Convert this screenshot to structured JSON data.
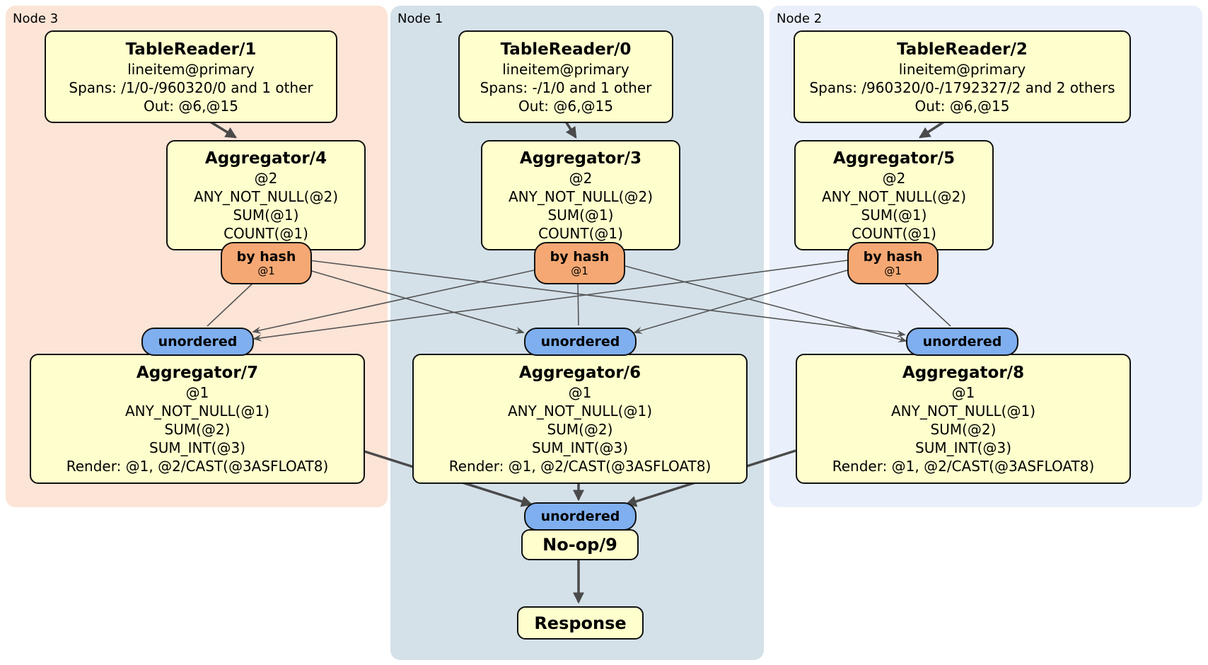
{
  "groups": [
    {
      "label": "Node 3"
    },
    {
      "label": "Node 1"
    },
    {
      "label": "Node 2"
    }
  ],
  "processors": {
    "tr1": {
      "title": "TableReader/1",
      "lines": [
        "lineitem@primary",
        "Spans: /1/0-/960320/0 and 1 other",
        "Out: @6,@15"
      ]
    },
    "tr0": {
      "title": "TableReader/0",
      "lines": [
        "lineitem@primary",
        "Spans: -/1/0 and 1 other",
        "Out: @6,@15"
      ]
    },
    "tr2": {
      "title": "TableReader/2",
      "lines": [
        "lineitem@primary",
        "Spans: /960320/0-/1792327/2 and 2 others",
        "Out: @6,@15"
      ]
    },
    "agg4": {
      "title": "Aggregator/4",
      "lines": [
        "@2",
        "ANY_NOT_NULL(@2)",
        "SUM(@1)",
        "COUNT(@1)"
      ]
    },
    "agg3": {
      "title": "Aggregator/3",
      "lines": [
        "@2",
        "ANY_NOT_NULL(@2)",
        "SUM(@1)",
        "COUNT(@1)"
      ]
    },
    "agg5": {
      "title": "Aggregator/5",
      "lines": [
        "@2",
        "ANY_NOT_NULL(@2)",
        "SUM(@1)",
        "COUNT(@1)"
      ]
    },
    "agg7": {
      "title": "Aggregator/7",
      "lines": [
        "@1",
        "ANY_NOT_NULL(@1)",
        "SUM(@2)",
        "SUM_INT(@3)",
        "Render: @1, @2/CAST(@3ASFLOAT8)"
      ]
    },
    "agg6": {
      "title": "Aggregator/6",
      "lines": [
        "@1",
        "ANY_NOT_NULL(@1)",
        "SUM(@2)",
        "SUM_INT(@3)",
        "Render: @1, @2/CAST(@3ASFLOAT8)"
      ]
    },
    "agg8": {
      "title": "Aggregator/8",
      "lines": [
        "@1",
        "ANY_NOT_NULL(@1)",
        "SUM(@2)",
        "SUM_INT(@3)",
        "Render: @1, @2/CAST(@3ASFLOAT8)"
      ]
    },
    "noop": {
      "title": "No-op/9"
    },
    "response": {
      "title": "Response"
    }
  },
  "router": {
    "label": "by hash",
    "detail": "@1"
  },
  "sync": {
    "label": "unordered"
  },
  "colors": {
    "node3_bg": "#fce4d6",
    "node1_bg": "#d4e1e9",
    "node2_bg": "#e9f0fb",
    "processor_bg": "#ffffcd",
    "router_bg": "#f5a873",
    "sync_bg": "#7fafef",
    "edge": "#4a4a4a"
  }
}
